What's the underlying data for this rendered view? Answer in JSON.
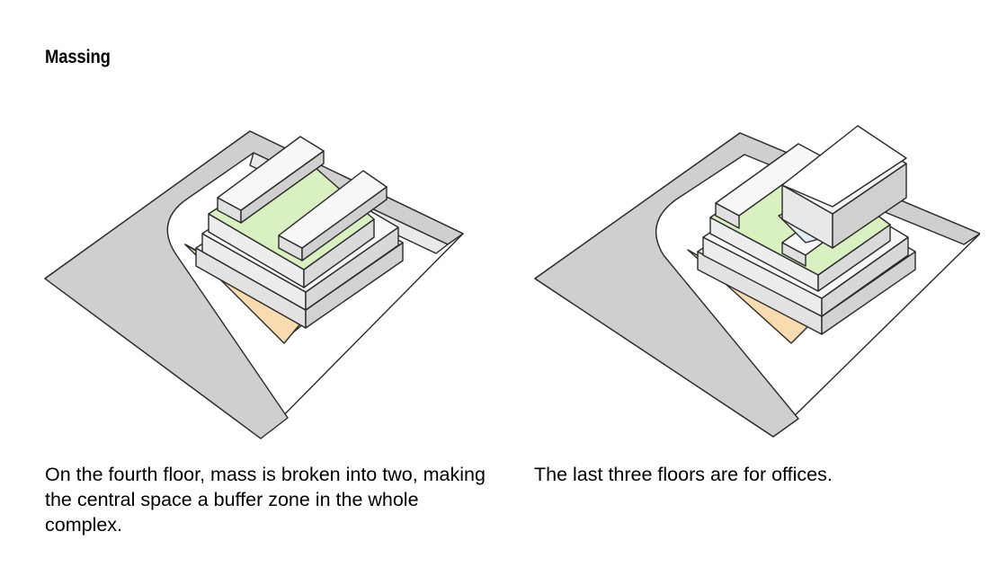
{
  "title": "Massing",
  "diagrams": [
    {
      "caption": "On the fourth floor, mass is broken into two, making the central space a buffer zone in the whole complex."
    },
    {
      "caption": "The last three floors are for offices."
    }
  ],
  "colors": {
    "road": "#cfcfcf",
    "site": "#ffffff",
    "courtyard_roof": "#d9f1c0",
    "ground_plaza": "#f8dbae",
    "building_light": "#f4f4f4",
    "building_shadow": "#dcdcdc",
    "glass": "#e3ecf7"
  }
}
